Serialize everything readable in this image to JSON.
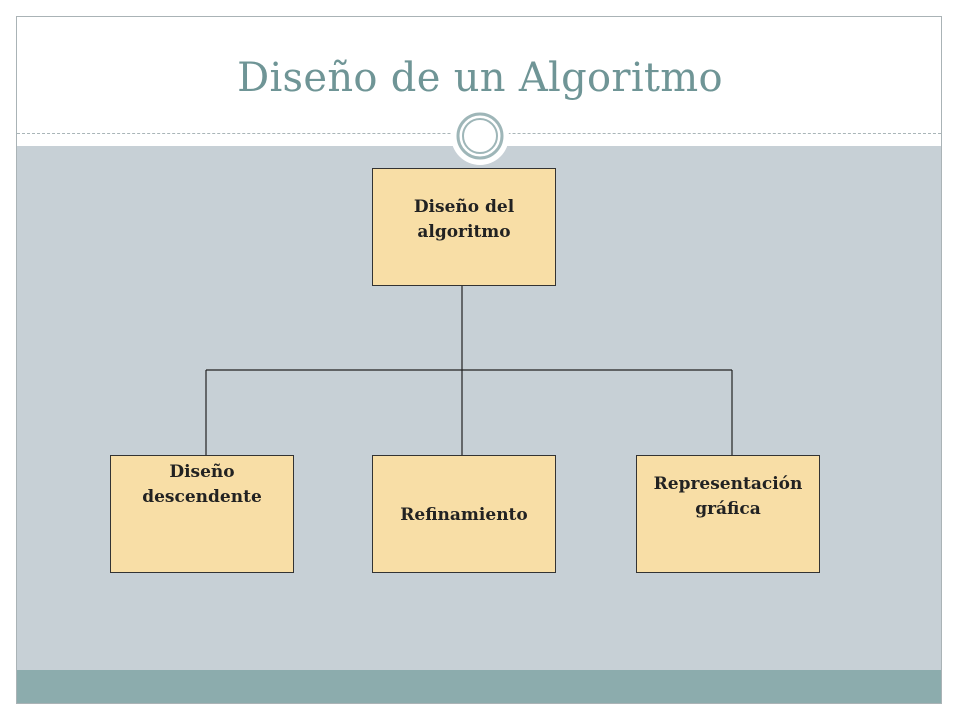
{
  "slide": {
    "title": "Diseño de un Algoritmo"
  },
  "diagram": {
    "root": {
      "label": "Diseño del algoritmo"
    },
    "children": [
      {
        "label": "Diseño descendente"
      },
      {
        "label": "Refinamiento"
      },
      {
        "label": "Representación gráfica"
      }
    ]
  },
  "colors": {
    "title": "#6f9596",
    "content_background": "#c7d0d6",
    "footer": "#8cacad",
    "node_fill": "#f8dea6",
    "node_border": "#333333"
  }
}
